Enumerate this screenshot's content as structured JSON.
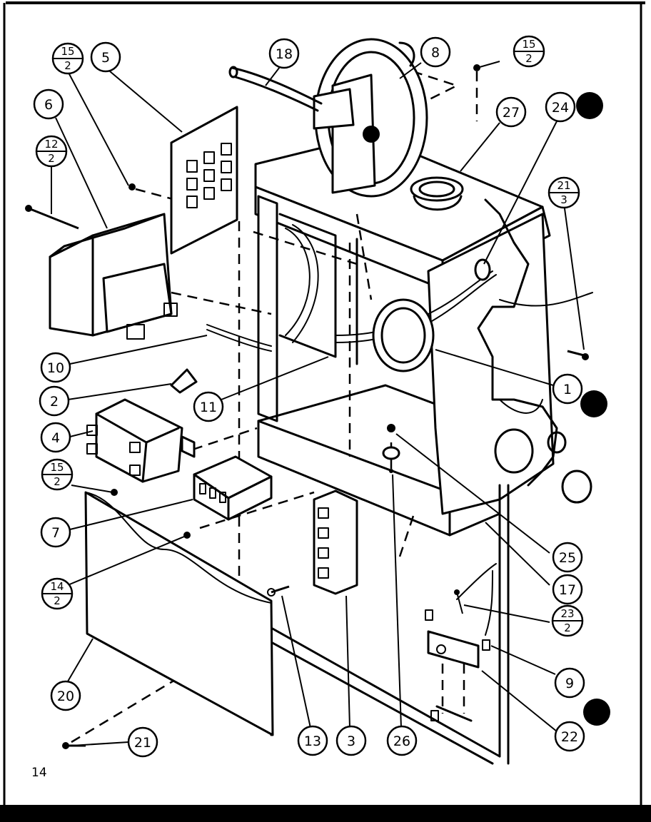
{
  "page_number": "14",
  "callouts": {
    "c1": "1",
    "c2": "2",
    "c3": "3",
    "c4": "4",
    "c5": "5",
    "c6": "6",
    "c7": "7",
    "c8": "8",
    "c9": "9",
    "c10": "10",
    "c11": "11",
    "c13": "13",
    "c17": "17",
    "c18": "18",
    "c20": "20",
    "c21": "21",
    "c22": "22",
    "c24": "24",
    "c25": "25",
    "c26": "26",
    "c27": "27"
  },
  "fractions": {
    "f15_2a": {
      "top": "15",
      "bottom": "2"
    },
    "f15_2b": {
      "top": "15",
      "bottom": "2"
    },
    "f15_2c": {
      "top": "15",
      "bottom": "2"
    },
    "f12_2": {
      "top": "12",
      "bottom": "2"
    },
    "f21_3": {
      "top": "21",
      "bottom": "3"
    },
    "f14_2": {
      "top": "14",
      "bottom": "2"
    },
    "f23_2": {
      "top": "23",
      "bottom": "2"
    }
  },
  "colors": {
    "ink": "#000000",
    "paper": "#ffffff"
  }
}
